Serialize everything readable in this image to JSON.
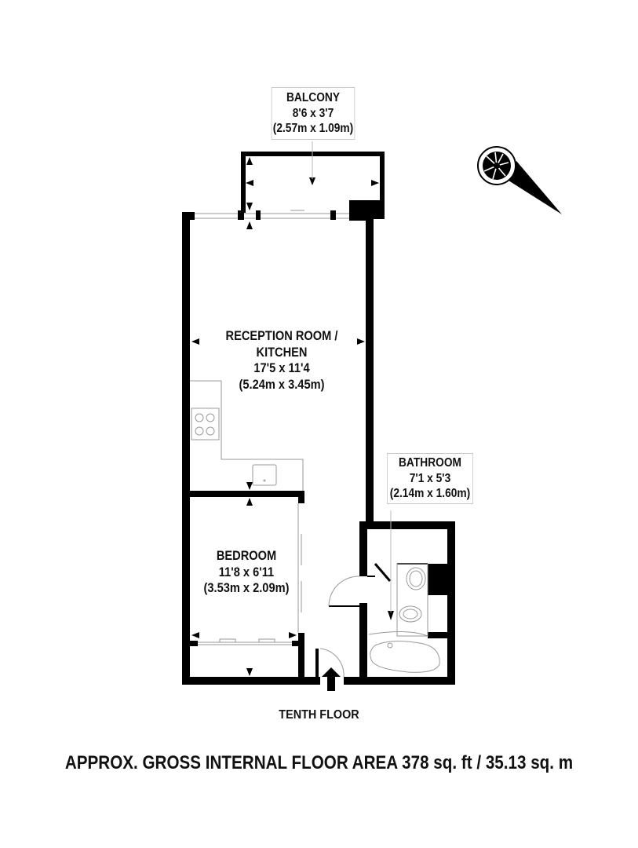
{
  "rooms": {
    "balcony": {
      "name": "BALCONY",
      "imperial": "8'6 x 3'7",
      "metric": "(2.57m x 1.09m)"
    },
    "reception": {
      "name_line1": "RECEPTION ROOM /",
      "name_line2": "KITCHEN",
      "imperial": "17'5 x 11'4",
      "metric": "(5.24m x 3.45m)"
    },
    "bedroom": {
      "name": "BEDROOM",
      "imperial": "11'8 x 6'11",
      "metric": "(3.53m x 2.09m)"
    },
    "bathroom": {
      "name": "BATHROOM",
      "imperial": "7'1 x 5'3",
      "metric": "(2.14m x 1.60m)"
    }
  },
  "floor_label": "TENTH FLOOR",
  "footer": {
    "area_label": "APPROX. GROSS INTERNAL FLOOR AREA 378 sq. ft / 35.13 sq. m"
  },
  "icons": {
    "compass": "north-compass-icon",
    "entrance": "entrance-arrow-icon"
  },
  "colors": {
    "wall": "#000000",
    "fixture_line": "#888888",
    "label_border": "#c8c8c8",
    "background": "#ffffff"
  }
}
